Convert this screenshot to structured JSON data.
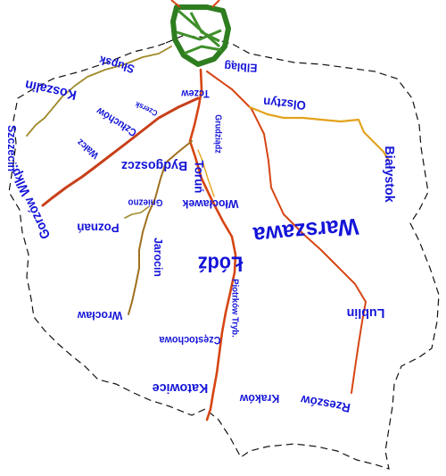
{
  "map": {
    "cities": [
      {
        "id": "koszalin",
        "label": "Koszalin"
      },
      {
        "id": "slupsk",
        "label": "Słupsk"
      },
      {
        "id": "elblag",
        "label": "Elbląg"
      },
      {
        "id": "tczew",
        "label": "Tczew"
      },
      {
        "id": "olsztyn",
        "label": "Olsztyn"
      },
      {
        "id": "czersk",
        "label": "Czersk"
      },
      {
        "id": "chojnice",
        "label": "Człuchów"
      },
      {
        "id": "grudziadz",
        "label": "Grudziądz"
      },
      {
        "id": "szczecin",
        "label": "Szczecin"
      },
      {
        "id": "walcz",
        "label": "Wałcz"
      },
      {
        "id": "bydgoszcz",
        "label": "Bydgoszcz"
      },
      {
        "id": "torun",
        "label": "Toruń"
      },
      {
        "id": "bialystok",
        "label": "Białystok"
      },
      {
        "id": "gorzow",
        "label": "Gorzów Wlkp."
      },
      {
        "id": "gniezno",
        "label": "Gniezno"
      },
      {
        "id": "wloclawek",
        "label": "Włocławek"
      },
      {
        "id": "warszawa",
        "label": "Warszawa"
      },
      {
        "id": "poznan",
        "label": "Poznań"
      },
      {
        "id": "jarocin",
        "label": "Jarocin"
      },
      {
        "id": "lodz",
        "label": "Łódź"
      },
      {
        "id": "piotrkow",
        "label": "Piotrków Tryb."
      },
      {
        "id": "lublin",
        "label": "Lublin"
      },
      {
        "id": "wroclaw",
        "label": "Wrocław"
      },
      {
        "id": "czestochowa",
        "label": "Częstochowa"
      },
      {
        "id": "katowice",
        "label": "Katowice"
      },
      {
        "id": "krakow",
        "label": "Kraków"
      },
      {
        "id": "rzeszow",
        "label": "Rzeszów"
      }
    ],
    "colors": {
      "label": "#1414d8",
      "border": "#111111",
      "hub": "#2e7d1f",
      "route_red": "#d64513",
      "route_orange": "#c85a16",
      "route_brown": "#a0701e",
      "route_olive": "#a08a2a",
      "route_yellow": "#e3a21c"
    }
  }
}
